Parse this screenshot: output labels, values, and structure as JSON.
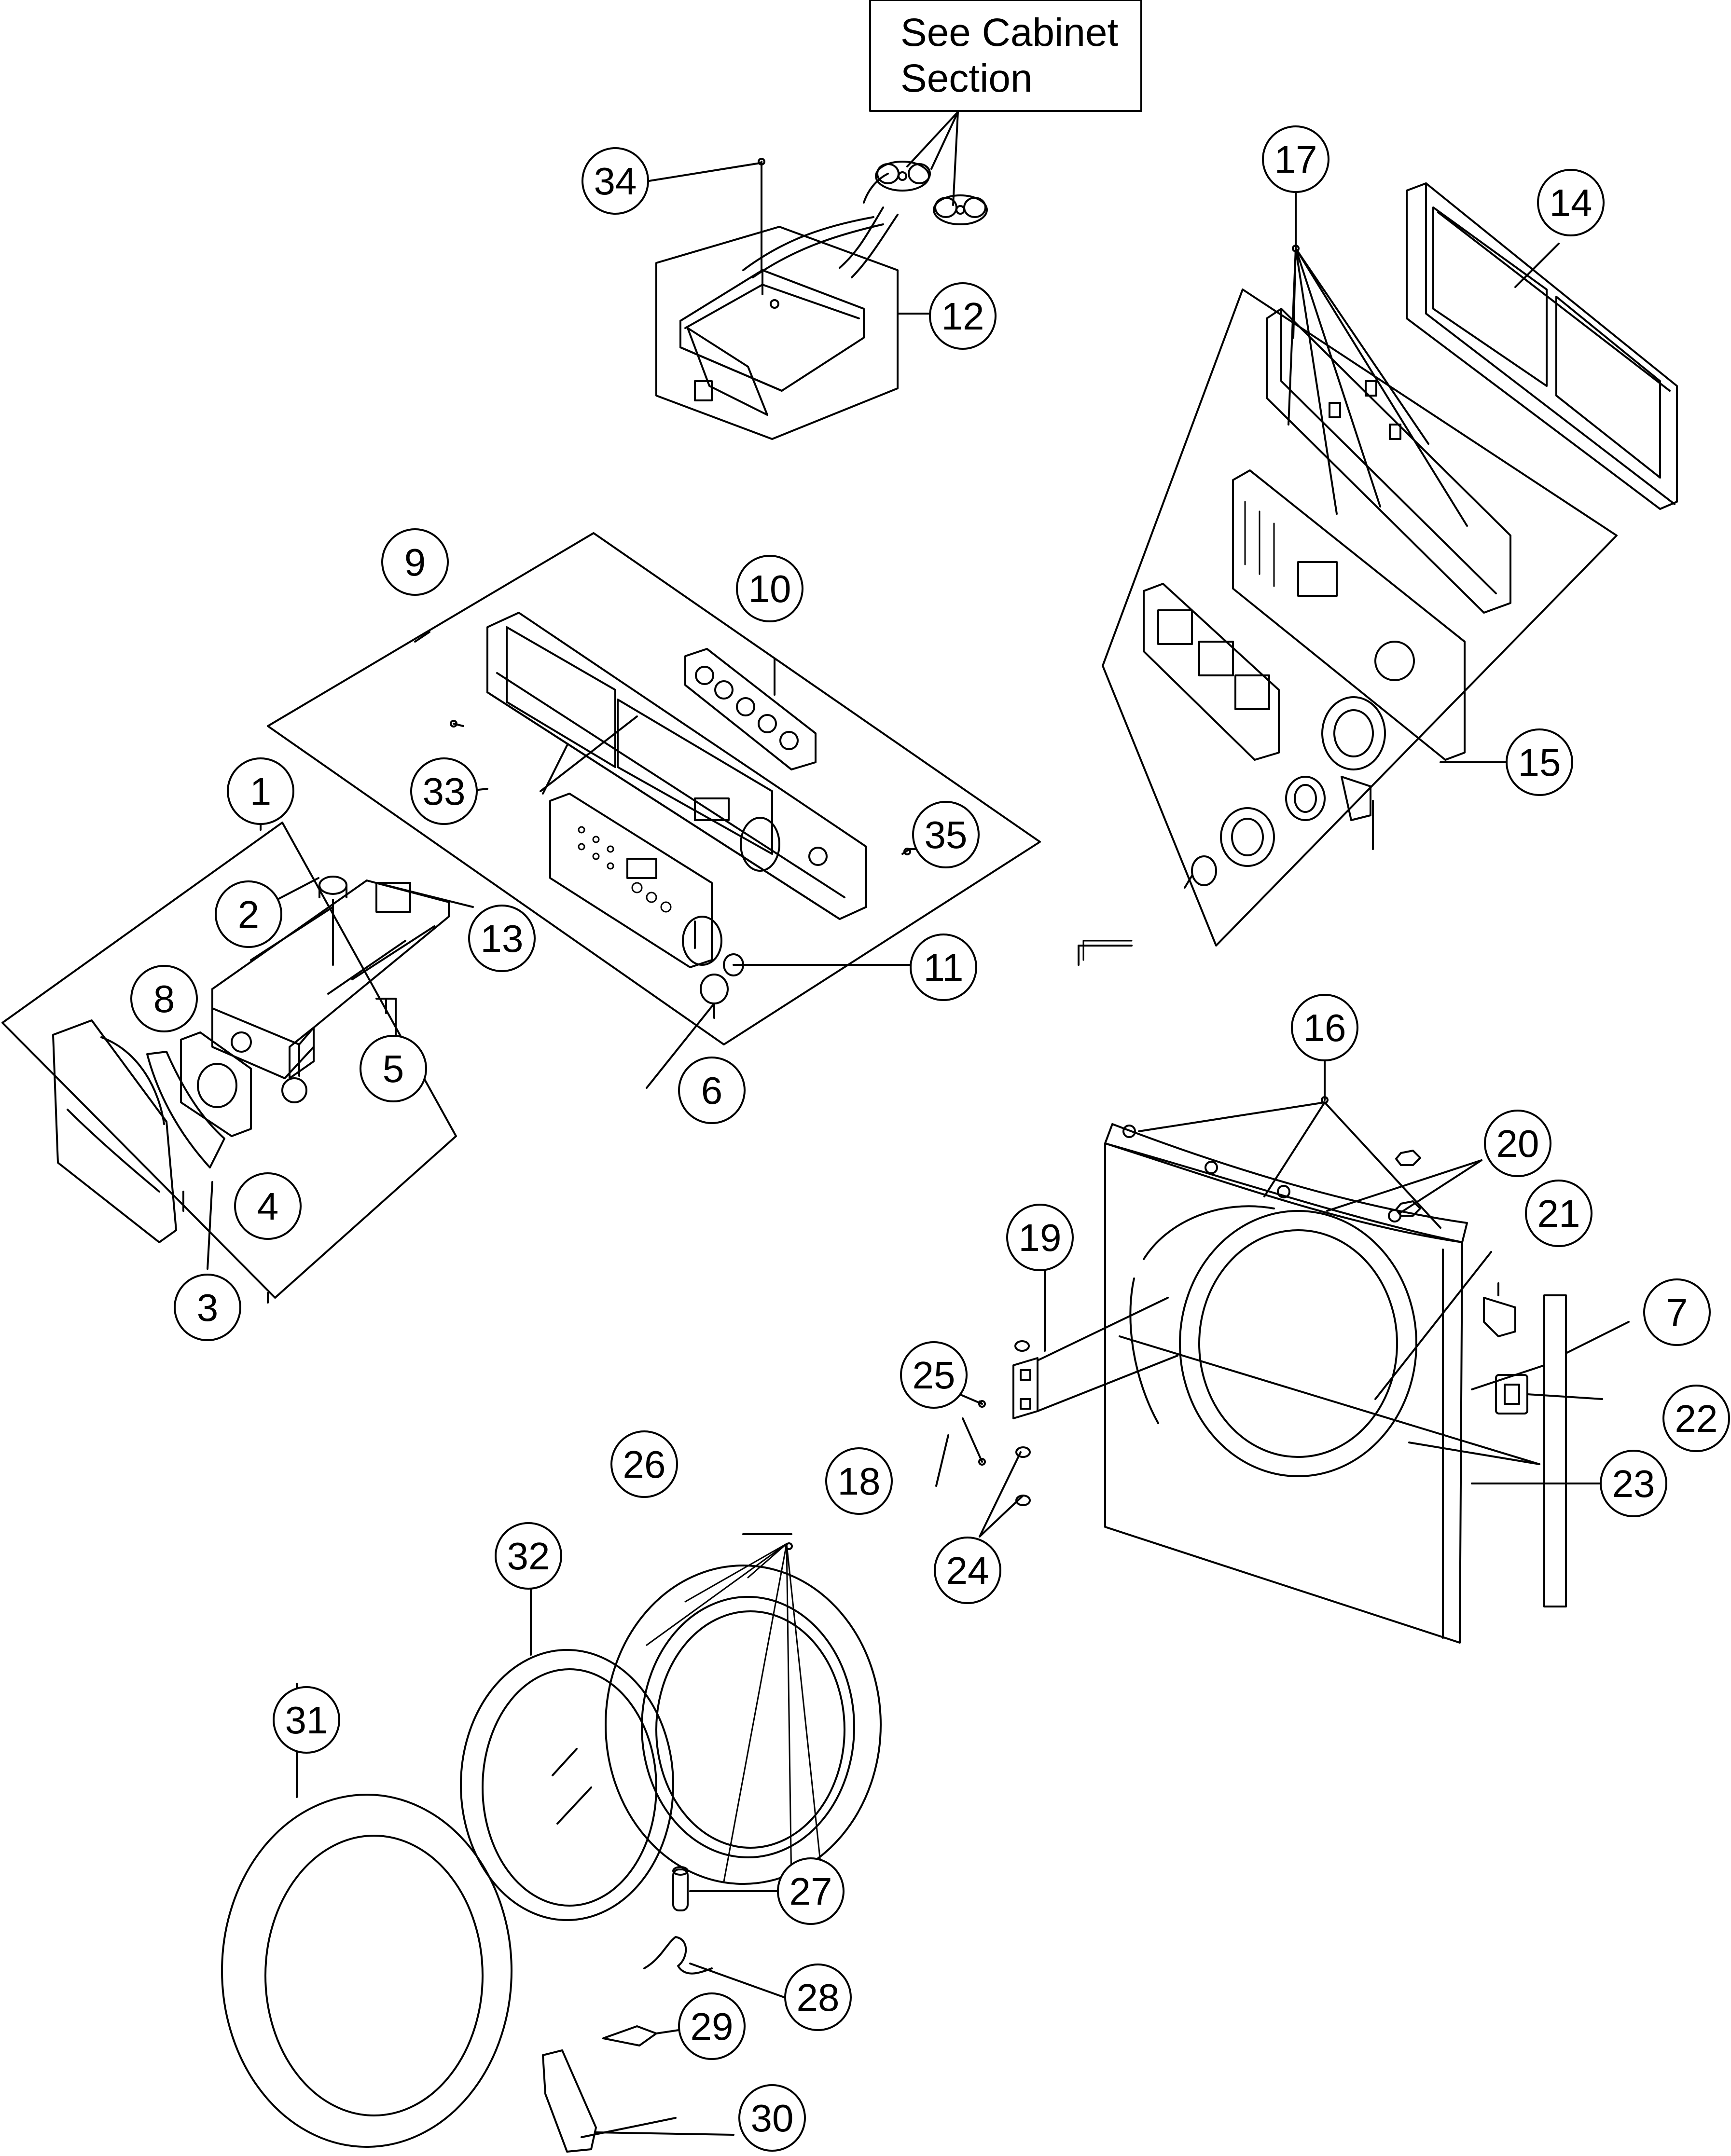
{
  "note": {
    "line1": "See Cabinet",
    "line2": "Section"
  },
  "callouts": [
    {
      "id": "c1",
      "label": "1"
    },
    {
      "id": "c2",
      "label": "2"
    },
    {
      "id": "c3",
      "label": "3"
    },
    {
      "id": "c4",
      "label": "4"
    },
    {
      "id": "c5",
      "label": "5"
    },
    {
      "id": "c6",
      "label": "6"
    },
    {
      "id": "c7",
      "label": "7"
    },
    {
      "id": "c8",
      "label": "8"
    },
    {
      "id": "c9",
      "label": "9"
    },
    {
      "id": "c10",
      "label": "10"
    },
    {
      "id": "c11",
      "label": "11"
    },
    {
      "id": "c12",
      "label": "12"
    },
    {
      "id": "c13",
      "label": "13"
    },
    {
      "id": "c14",
      "label": "14"
    },
    {
      "id": "c15",
      "label": "15"
    },
    {
      "id": "c16",
      "label": "16"
    },
    {
      "id": "c17",
      "label": "17"
    },
    {
      "id": "c18",
      "label": "18"
    },
    {
      "id": "c19",
      "label": "19"
    },
    {
      "id": "c20",
      "label": "20"
    },
    {
      "id": "c21",
      "label": "21"
    },
    {
      "id": "c22",
      "label": "22"
    },
    {
      "id": "c23",
      "label": "23"
    },
    {
      "id": "c24",
      "label": "24"
    },
    {
      "id": "c25",
      "label": "25"
    },
    {
      "id": "c26",
      "label": "26"
    },
    {
      "id": "c27",
      "label": "27"
    },
    {
      "id": "c28",
      "label": "28"
    },
    {
      "id": "c29",
      "label": "29"
    },
    {
      "id": "c30",
      "label": "30"
    },
    {
      "id": "c31",
      "label": "31"
    },
    {
      "id": "c32",
      "label": "32"
    },
    {
      "id": "c33",
      "label": "33"
    },
    {
      "id": "c34",
      "label": "34"
    },
    {
      "id": "c35",
      "label": "35"
    }
  ]
}
